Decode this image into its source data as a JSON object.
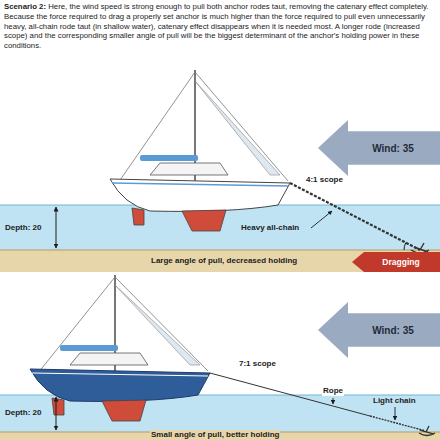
{
  "diagram": {
    "title": "Scenario 2:",
    "caption": "Here, the wind speed is strong enough to pull both anchor rodes taut, removing the catenary effect completely. Because the force required to drag a properly set anchor is much higher than the force required to pull even unnecessarily heavy, all-chain rode taut (in shallow water), catenary effect disappears when it is needed most. A longer rode (increased scope) and the corresponding smaller angle of pull will be the biggest determinant of the anchor's holding power in these conditions.",
    "nodes": [
      {
        "text": [
          "Wind: 35"
        ]
      },
      {
        "text": [
          "Dragging"
        ]
      },
      {
        "text": [
          "Wind: 35"
        ]
      }
    ],
    "labels": [
      "4:1 scope",
      "Heavy all-chain",
      "Depth: 20",
      "Large angle of pull, decreased holding",
      "7:1 scope",
      "Rope",
      "Light chain",
      "Depth: 20",
      "Small angle of pull, better holding"
    ]
  }
}
